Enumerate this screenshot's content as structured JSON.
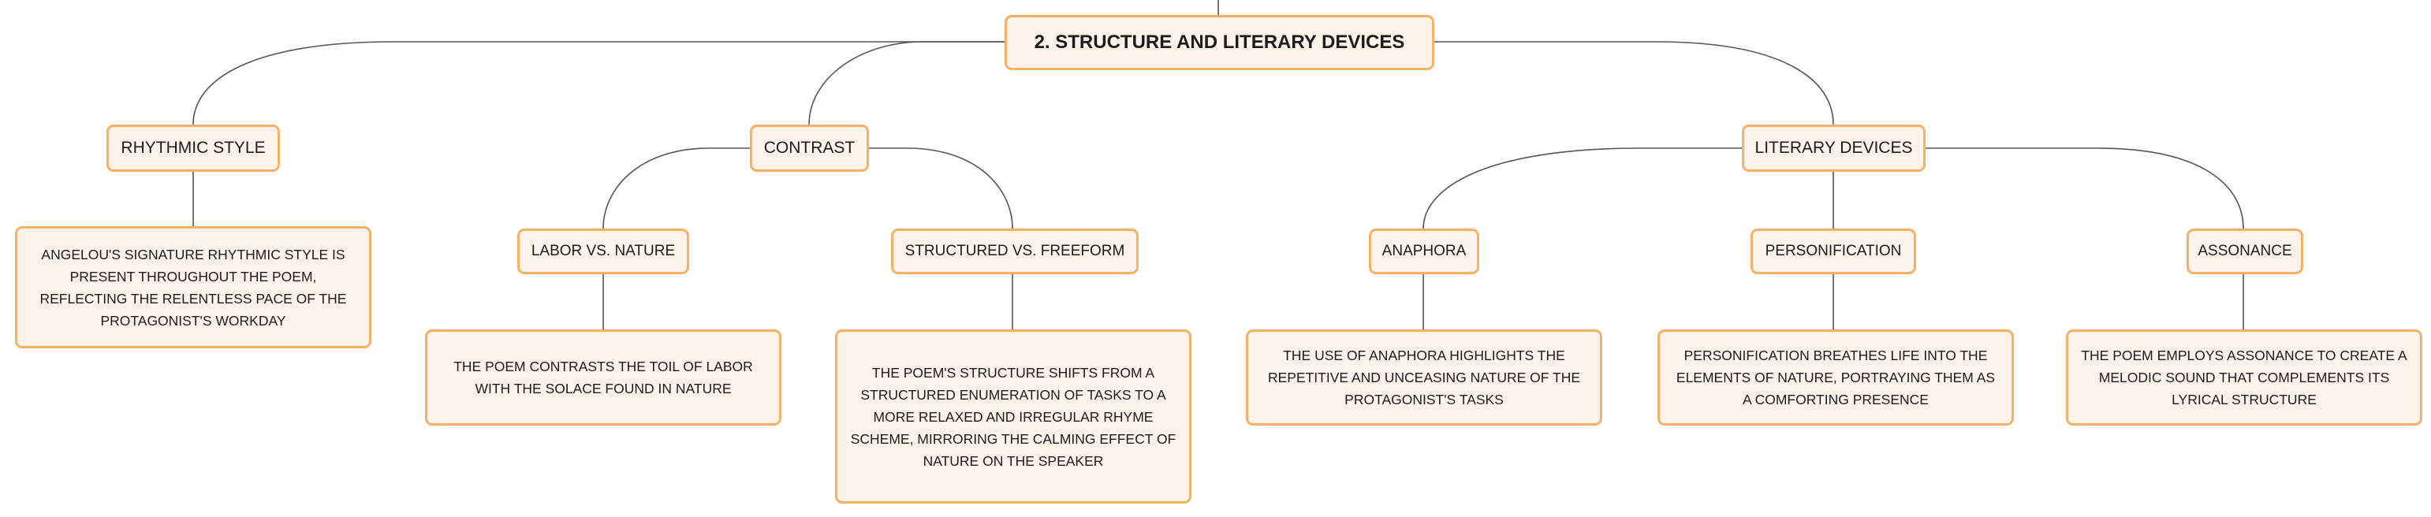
{
  "root": {
    "label": "2. STRUCTURE AND LITERARY DEVICES"
  },
  "rhythmic_style": {
    "label": "RHYTHMIC STYLE",
    "note": "ANGELOU'S SIGNATURE RHYTHMIC STYLE IS PRESENT THROUGHOUT THE POEM, REFLECTING THE RELENTLESS PACE OF THE PROTAGONIST'S WORKDAY"
  },
  "contrast": {
    "label": "CONTRAST",
    "labor_vs_nature": {
      "label": "LABOR VS. NATURE",
      "note": "THE POEM CONTRASTS THE TOIL OF LABOR WITH THE SOLACE FOUND IN NATURE"
    },
    "structured_vs_freeform": {
      "label": "STRUCTURED VS. FREEFORM",
      "note": "THE POEM'S STRUCTURE SHIFTS FROM A STRUCTURED ENUMERATION OF TASKS TO A MORE RELAXED AND IRREGULAR RHYME SCHEME, MIRRORING THE CALMING EFFECT OF NATURE ON THE SPEAKER"
    }
  },
  "literary_devices": {
    "label": "LITERARY DEVICES",
    "anaphora": {
      "label": "ANAPHORA",
      "note": "THE USE OF ANAPHORA HIGHLIGHTS THE REPETITIVE AND UNCEASING NATURE OF THE PROTAGONIST'S TASKS"
    },
    "personification": {
      "label": "PERSONIFICATION",
      "note": "PERSONIFICATION BREATHES LIFE INTO THE ELEMENTS OF NATURE, PORTRAYING THEM AS A COMFORTING PRESENCE"
    },
    "assonance": {
      "label": "ASSONANCE",
      "note": "THE POEM EMPLOYS ASSONANCE TO CREATE A MELODIC SOUND THAT COMPLEMENTS ITS LYRICAL STRUCTURE"
    }
  },
  "colors": {
    "node_fill": "#fdf3ea",
    "node_border": "#f5b266",
    "connector": "#555555"
  }
}
